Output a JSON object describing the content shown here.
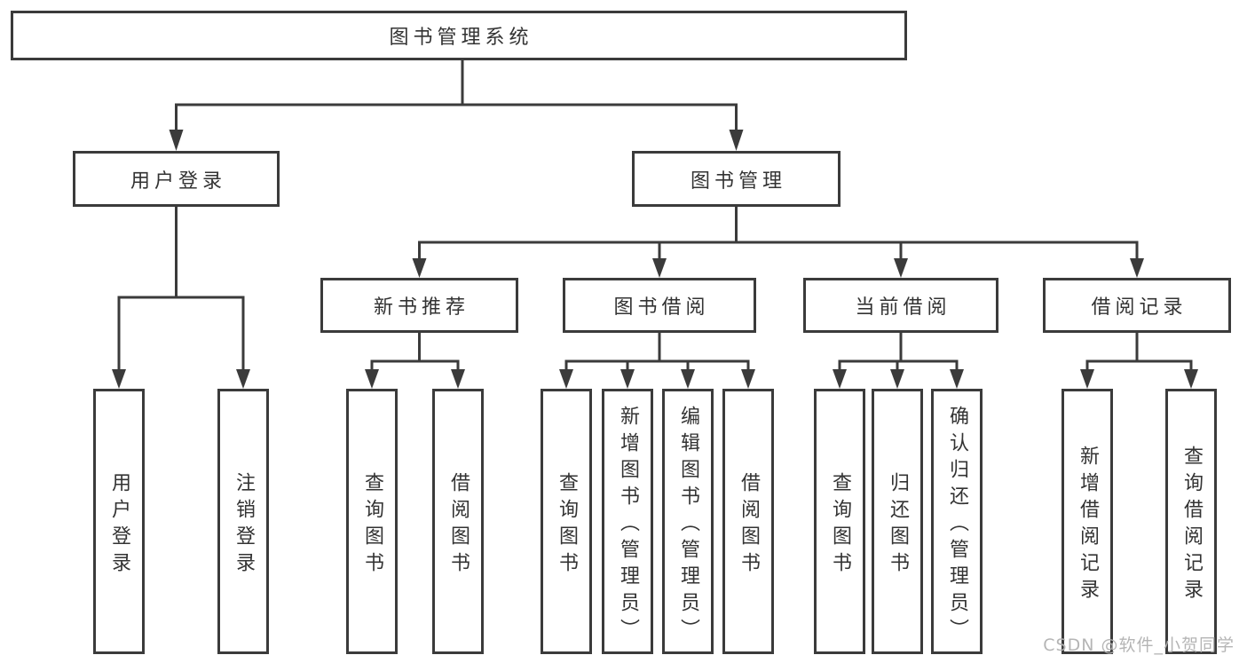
{
  "tree": {
    "label": "图书管理系统",
    "children": [
      {
        "label": "用户登录",
        "children": [
          {
            "label": "用户登录"
          },
          {
            "label": "注销登录"
          }
        ]
      },
      {
        "label": "图书管理",
        "children": [
          {
            "label": "新书推荐",
            "children": [
              {
                "label": "查询图书"
              },
              {
                "label": "借阅图书"
              }
            ]
          },
          {
            "label": "图书借阅",
            "children": [
              {
                "label": "查询图书"
              },
              {
                "label": "新增图书（管理员）"
              },
              {
                "label": "编辑图书（管理员）"
              },
              {
                "label": "借阅图书"
              }
            ]
          },
          {
            "label": "当前借阅",
            "children": [
              {
                "label": "查询图书"
              },
              {
                "label": "归还图书"
              },
              {
                "label": "确认归还（管理员）"
              }
            ]
          },
          {
            "label": "借阅记录",
            "children": [
              {
                "label": "新增借阅记录"
              },
              {
                "label": "查询借阅记录"
              }
            ]
          }
        ]
      }
    ]
  },
  "watermark": {
    "text": "CSDN @软件_小贺同学"
  },
  "colors": {
    "line": "#3b3b3b",
    "text": "#333333",
    "background": "#ffffff",
    "watermark": "#b2b2b2"
  }
}
